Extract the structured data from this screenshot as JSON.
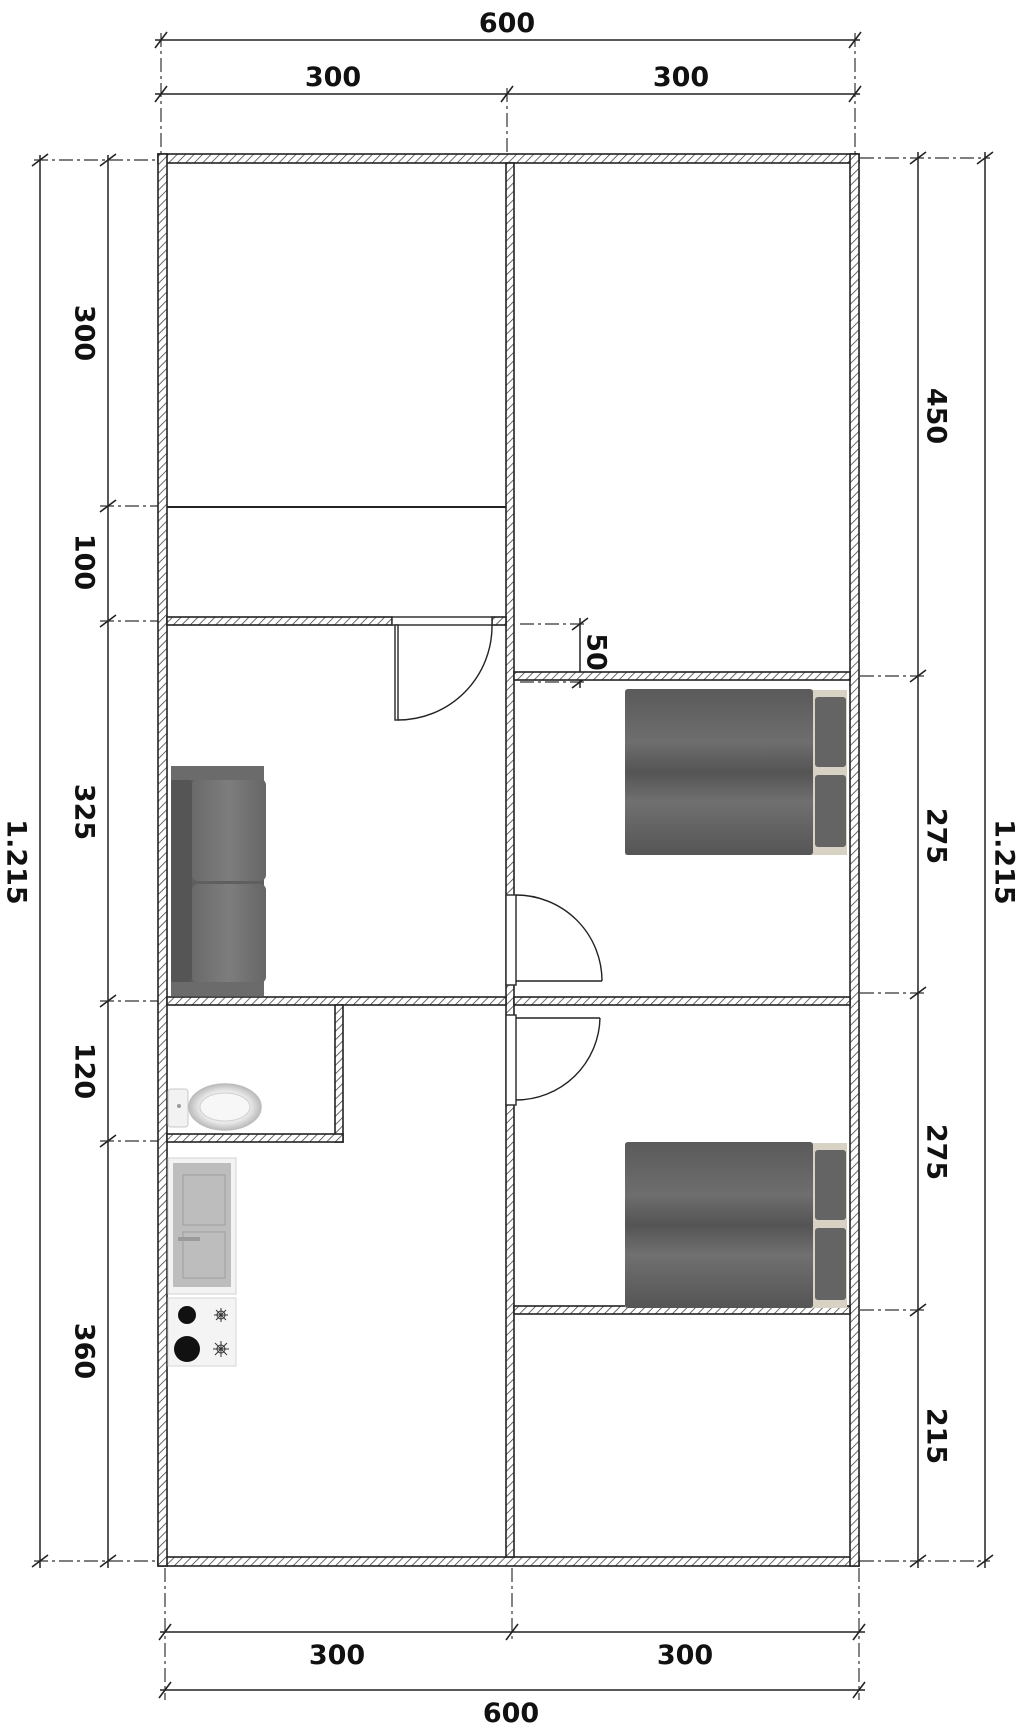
{
  "drawing": {
    "dimensions": {
      "top_total": "600",
      "top_left": "300",
      "top_right": "300",
      "bottom_left": "300",
      "bottom_right": "300",
      "bottom_total": "600",
      "left_outer_total": "1.215",
      "right_outer_total": "1.215",
      "left_segments": [
        "300",
        "100",
        "325",
        "120",
        "360"
      ],
      "right_segments": [
        "450",
        "275",
        "275",
        "215"
      ],
      "step_50": "50"
    },
    "colors": {
      "wall_stroke": "#222222",
      "furniture_dark": "#5e5e5e",
      "furniture_mid": "#7a7a7a",
      "furniture_light": "#bdbdbd"
    },
    "icons": [
      "sofa-icon",
      "bed-icon",
      "toilet-icon",
      "sink-icon",
      "stove-icon",
      "door-icon"
    ]
  }
}
